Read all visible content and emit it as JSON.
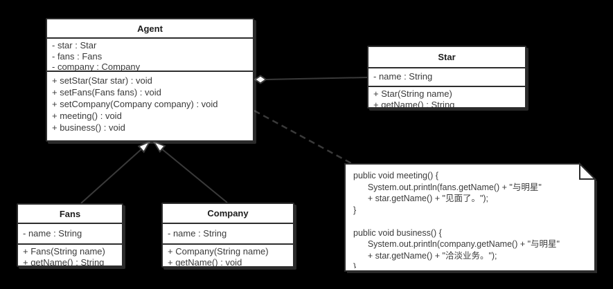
{
  "diagram_colors": {
    "background": "#000000",
    "box_fill": "#ffffff",
    "box_stroke": "#2d2d2d",
    "line_color": "#3a3a3a",
    "text_color": "#3a3a3a",
    "title_color": "#1c1c1c"
  },
  "classes": {
    "agent": {
      "title": "Agent",
      "attributes": [
        "- star : Star",
        "- fans : Fans",
        "- company : Company"
      ],
      "methods": [
        "+ setStar(Star star) : void",
        "+ setFans(Fans fans) : void",
        "+ setCompany(Company company) : void",
        "+ meeting() : void",
        "+ business() : void"
      ]
    },
    "star": {
      "title": "Star",
      "attributes": [
        "- name : String"
      ],
      "methods": [
        "+ Star(String name)",
        "+ getName() : String"
      ]
    },
    "fans": {
      "title": "Fans",
      "attributes": [
        "- name : String"
      ],
      "methods": [
        "+ Fans(String name)",
        "+ getName() : String"
      ]
    },
    "company": {
      "title": "Company",
      "attributes": [
        "- name : String"
      ],
      "methods": [
        "+ Company(String name)",
        "+ getName() : void"
      ]
    }
  },
  "note": {
    "lines": [
      "public void meeting() {",
      "      System.out.println(fans.getName() + \"与明星\"",
      "      + star.getName() + \"见面了。\");",
      "}",
      "",
      "public void business() {",
      "      System.out.println(company.getName() + \"与明星\"",
      "      + star.getName() + \"洽淡业务。\");",
      "}"
    ]
  },
  "relationships": {
    "agent_to_star": "aggregation (hollow diamond at Agent)",
    "fans_to_agent": "generalization (hollow triangle at Agent)",
    "company_to_agent": "generalization (hollow triangle at Agent)",
    "agent_to_note": "dashed note attachment"
  }
}
